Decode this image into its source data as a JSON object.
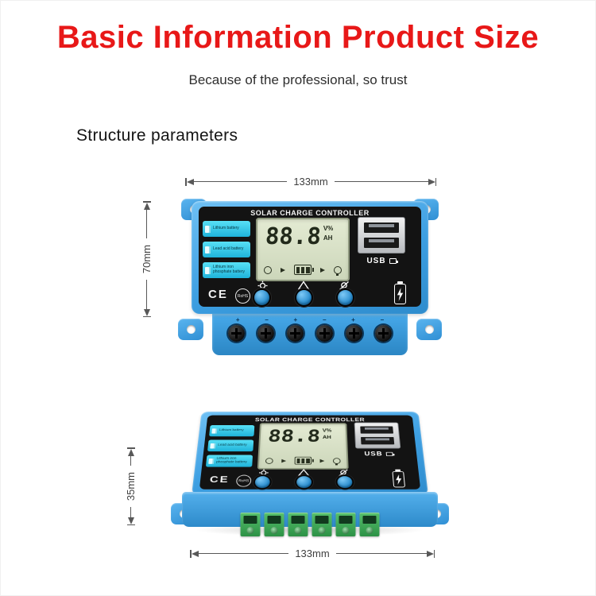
{
  "page": {
    "title": "Basic Information Product Size",
    "subtitle": "Because of the professional, so trust",
    "section_heading": "Structure parameters"
  },
  "dimensions": {
    "top_width": "133mm",
    "front_height": "70mm",
    "side_height": "35mm",
    "bottom_width": "133mm"
  },
  "device": {
    "title": "SOLAR CHARGE CONTROLLER",
    "lcd": {
      "value": "88.8",
      "unit_top": "V%",
      "unit_bottom": "AH"
    },
    "battery_labels": [
      "Lithium battery",
      "Lead acid battery",
      "Lithium iron phosphate battery"
    ],
    "usb_label": "USB",
    "ce_label": "CE",
    "rohs_label": "RoHS",
    "terminal_marks": [
      "+",
      "−",
      "+",
      "−",
      "+",
      "−"
    ]
  },
  "colors": {
    "title_red": "#e81818",
    "body_blue": "#3d9fe2",
    "panel_black": "#131313",
    "lcd_green": "#dce5cb",
    "label_cyan": "#3ed2ee",
    "button_blue": "#2f9de2",
    "terminal_green": "#3fae57"
  }
}
